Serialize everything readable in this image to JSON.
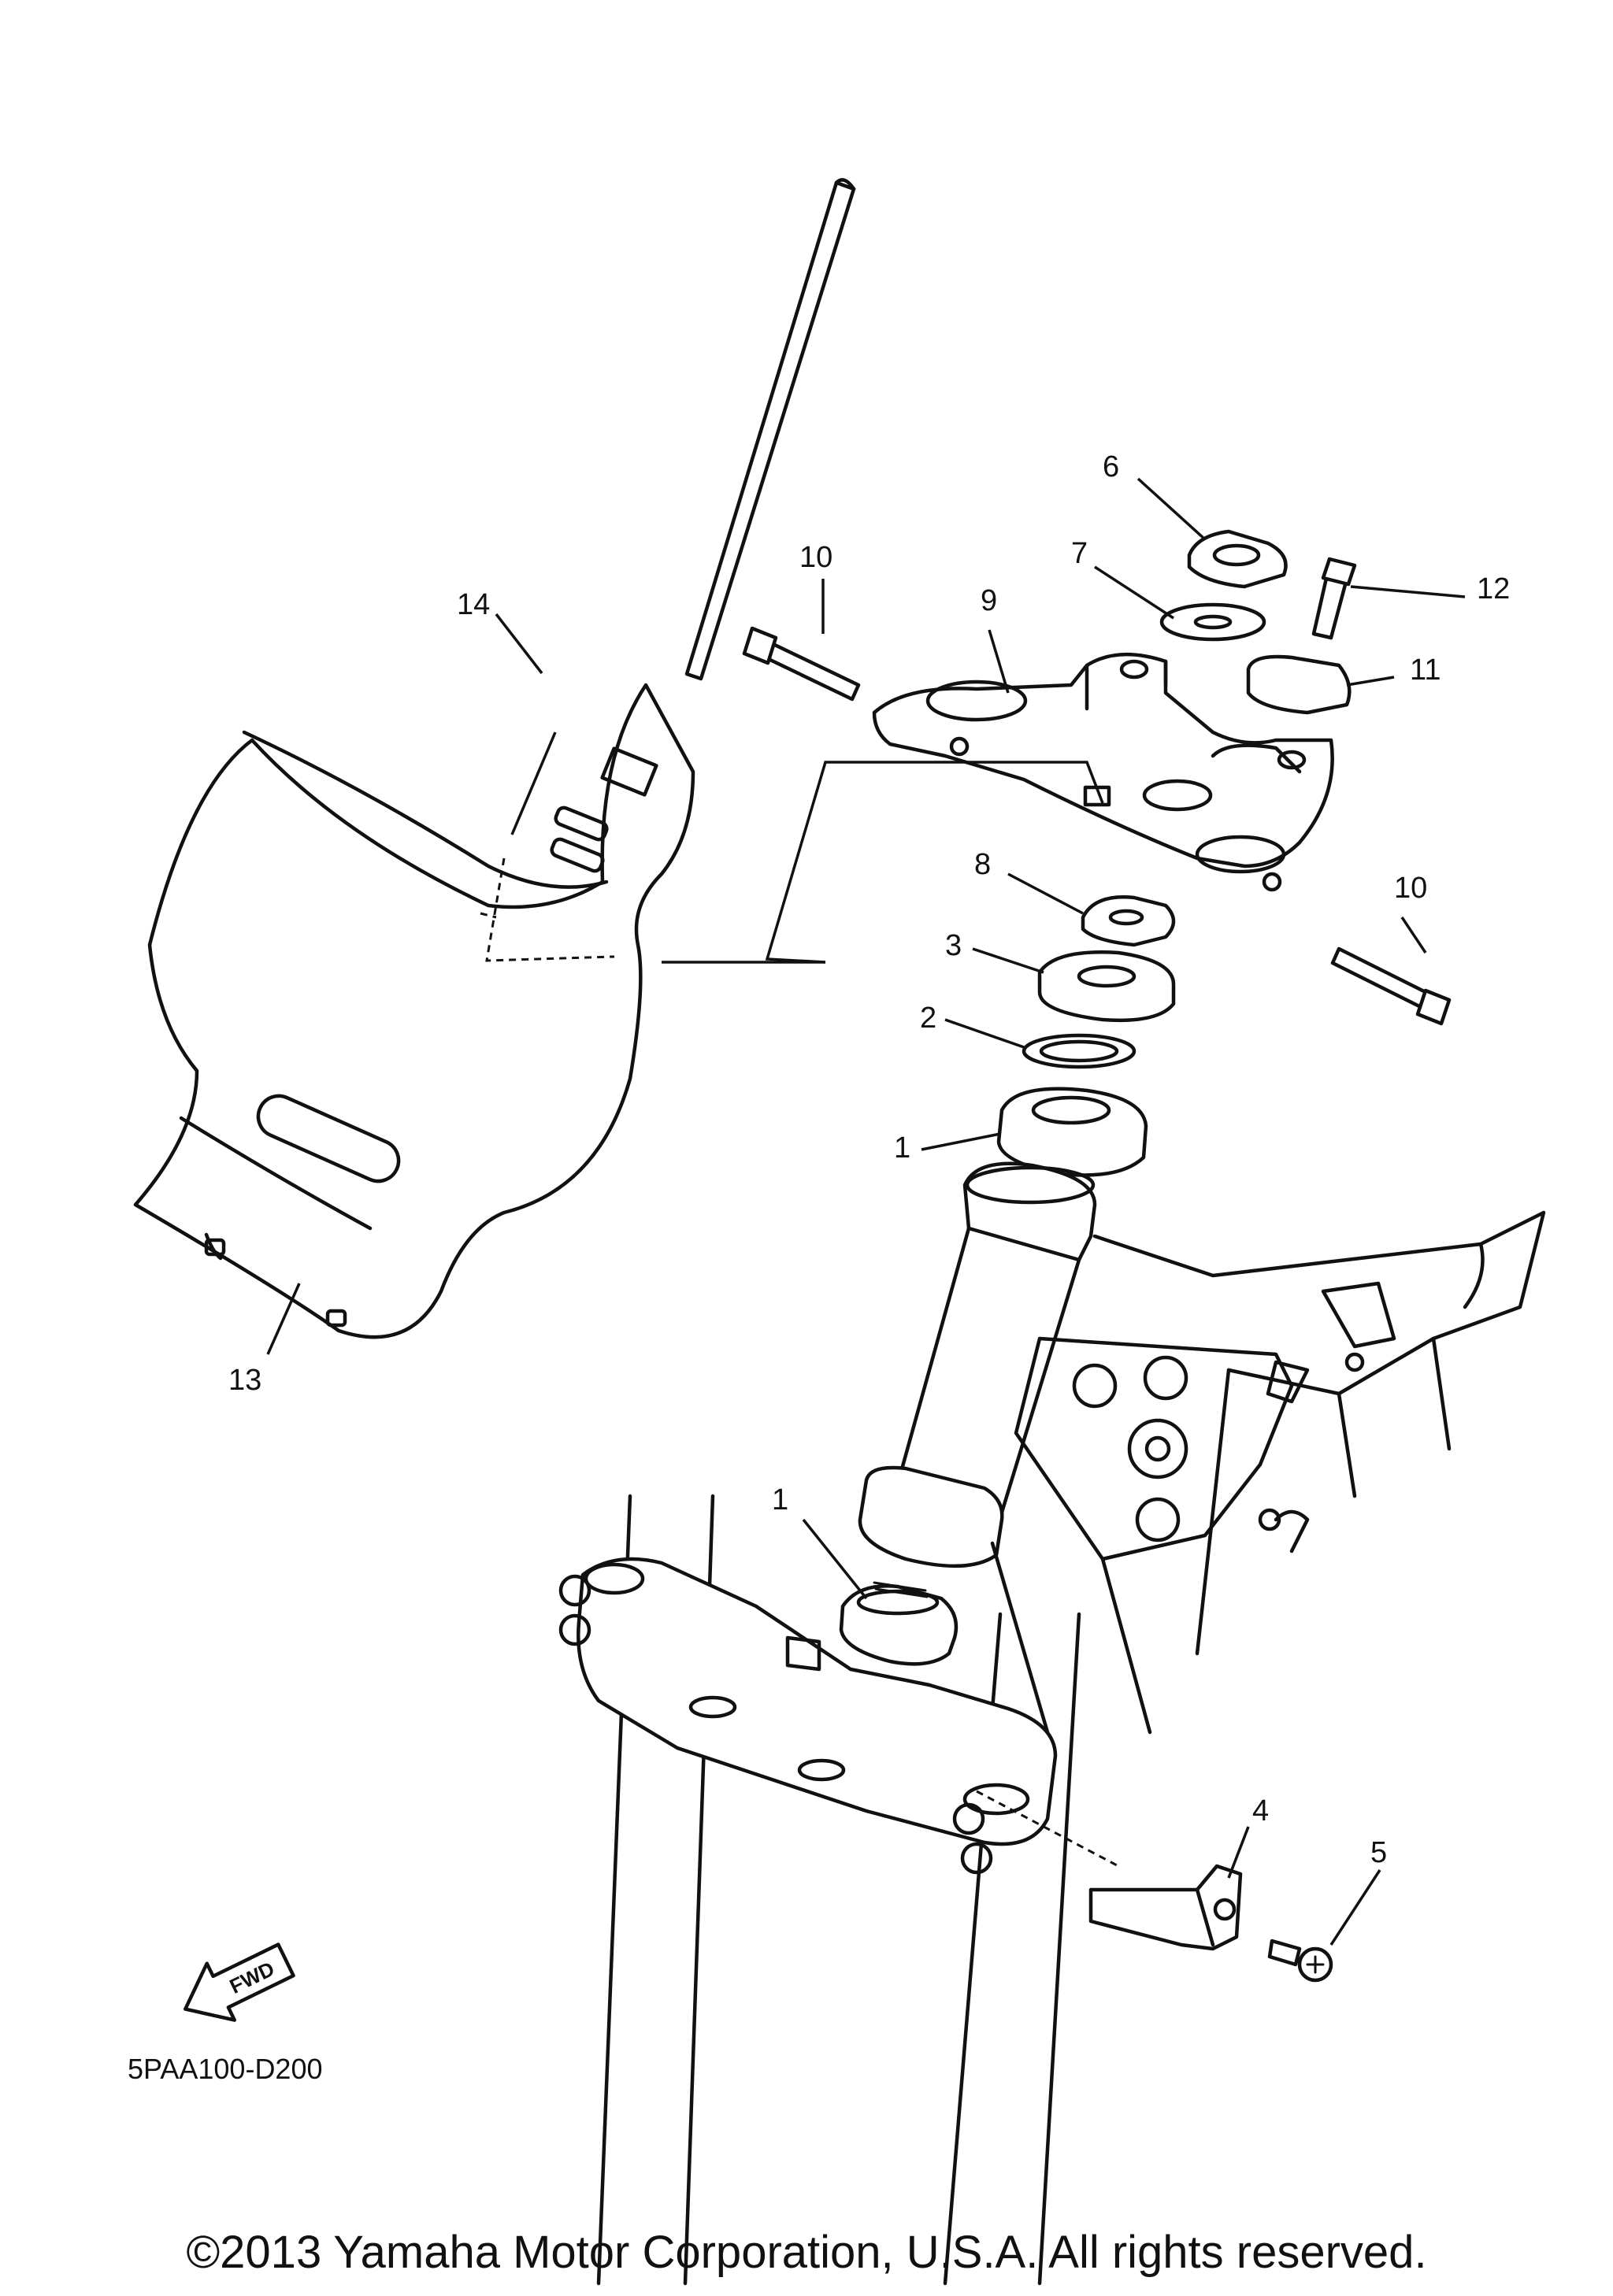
{
  "diagram": {
    "code": "5PAA100-D200",
    "copyright": "©2013 Yamaha Motor Corporation, U.S.A. All rights reserved.",
    "fwd_label": "FWD",
    "callouts": [
      "1",
      "1",
      "2",
      "3",
      "4",
      "5",
      "6",
      "7",
      "8",
      "9",
      "10",
      "10",
      "11",
      "12",
      "13",
      "14"
    ]
  }
}
